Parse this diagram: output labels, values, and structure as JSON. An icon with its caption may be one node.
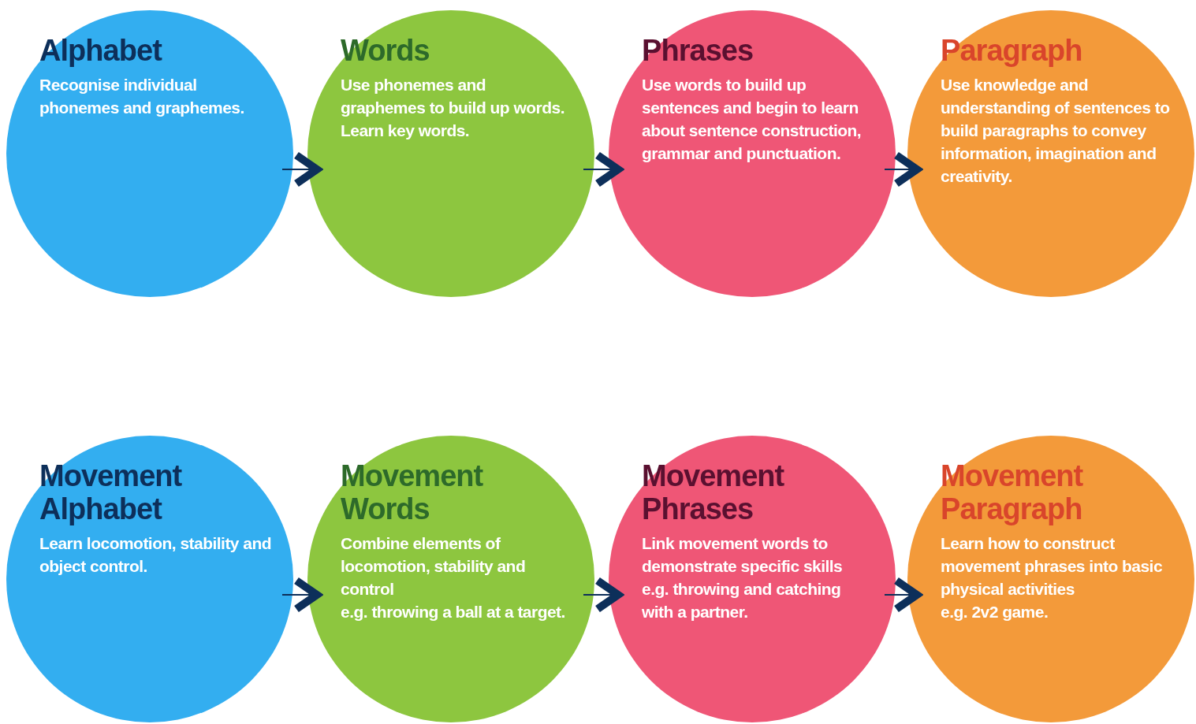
{
  "diagram": {
    "nodes": [
      {
        "text": [
          "Alphabet",
          "Recognise individual phonemes and graphemes."
        ]
      },
      {
        "text": [
          "Words",
          "Use phonemes and graphemes to build up words. Learn key words."
        ]
      },
      {
        "text": [
          "Phrases",
          "Use words to build up sentences and begin to learn about sentence construction, grammar and punctuation."
        ]
      },
      {
        "text": [
          "Paragraph",
          "Use knowledge and understanding of sentences to build paragraphs to convey information, imagination and creativity."
        ]
      },
      {
        "text": [
          "Movement Alphabet",
          "Learn locomotion, stability and object control."
        ]
      },
      {
        "text": [
          "Movement Words",
          "Combine elements of locomotion, stability and control",
          "e.g. throwing a ball at a target."
        ]
      },
      {
        "text": [
          "Movement Phrases",
          "Link movement words to demonstrate specific skills",
          "e.g. throwing and catching with a partner."
        ]
      },
      {
        "text": [
          "Movement Paragraph",
          "Learn how to construct movement phrases into basic physical activities",
          "e.g. 2v2 game."
        ]
      }
    ],
    "edges": [
      {
        "from": 0,
        "to": 1,
        "arrow": "to"
      },
      {
        "from": 1,
        "to": 2,
        "arrow": "to"
      },
      {
        "from": 2,
        "to": 3,
        "arrow": "to"
      },
      {
        "from": 4,
        "to": 5,
        "arrow": "to"
      },
      {
        "from": 5,
        "to": 6,
        "arrow": "to"
      },
      {
        "from": 6,
        "to": 7,
        "arrow": "to"
      }
    ]
  }
}
